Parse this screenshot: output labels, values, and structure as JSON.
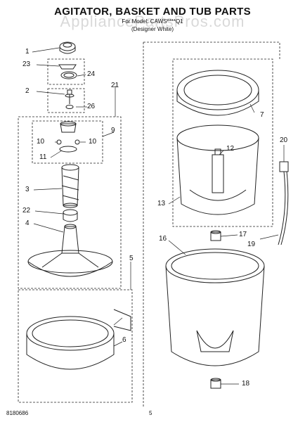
{
  "header": {
    "title": "AGITATOR, BASKET AND TUB PARTS",
    "model_line": "For Model: CAWS****Q1",
    "variant_line": "(Designer White)"
  },
  "watermark": "AppliancePartsPros.com",
  "footer": {
    "doc_number": "8180686",
    "page_number": "5"
  },
  "callouts": [
    "1",
    "23",
    "24",
    "2",
    "26",
    "21",
    "9",
    "10",
    "10",
    "11",
    "3",
    "22",
    "4",
    "5",
    "6",
    "7",
    "12",
    "13",
    "20",
    "17",
    "19",
    "16",
    "18"
  ]
}
